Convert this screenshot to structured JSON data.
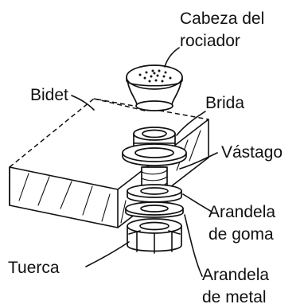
{
  "labels": {
    "spray_head": [
      "Cabeza del",
      "rociador"
    ],
    "bidet": "Bidet",
    "flange": "Brida",
    "stem": "Vástago",
    "rubber_washer": [
      "Arandela",
      "de goma"
    ],
    "nut": "Tuerca",
    "metal_washer": [
      "Arandela",
      "de metal"
    ]
  }
}
